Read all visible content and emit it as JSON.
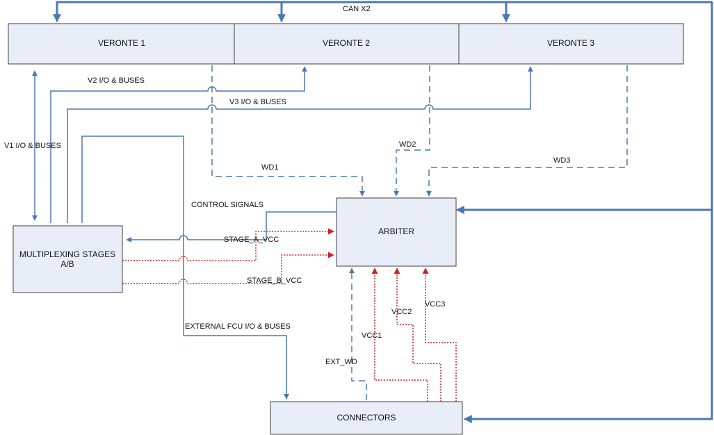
{
  "blocks": {
    "veronte_1": "VERONTE 1",
    "veronte_2": "VERONTE 2",
    "veronte_3": "VERONTE 3",
    "arbiter": "ARBITER",
    "multiplexing_line1": "MULTIPLEXING STAGES",
    "multiplexing_line2": "A/B",
    "connectors": "CONNECTORS"
  },
  "labels": {
    "can": "CAN X2",
    "v1_io": "V1 I/O & BUSES",
    "v2_io": "V2 I/O & BUSES",
    "v3_io": "V3 I/O & BUSES",
    "wd1": "WD1",
    "wd2": "WD2",
    "wd3": "WD3",
    "control_signals": "CONTROL SIGNALS",
    "stage_a_vcc": "STAGE_A_VCC",
    "stage_b_vcc": "STAGE_B_VCC",
    "external_fcu": "EXTERNAL FCU I/O & BUSES",
    "ext_wd": "EXT_WD",
    "vcc1": "VCC1",
    "vcc2": "VCC2",
    "vcc3": "VCC3"
  },
  "colors": {
    "block_fill": "#e8edf7",
    "signal_line": "#4a78b5",
    "power_line": "#d62020"
  }
}
